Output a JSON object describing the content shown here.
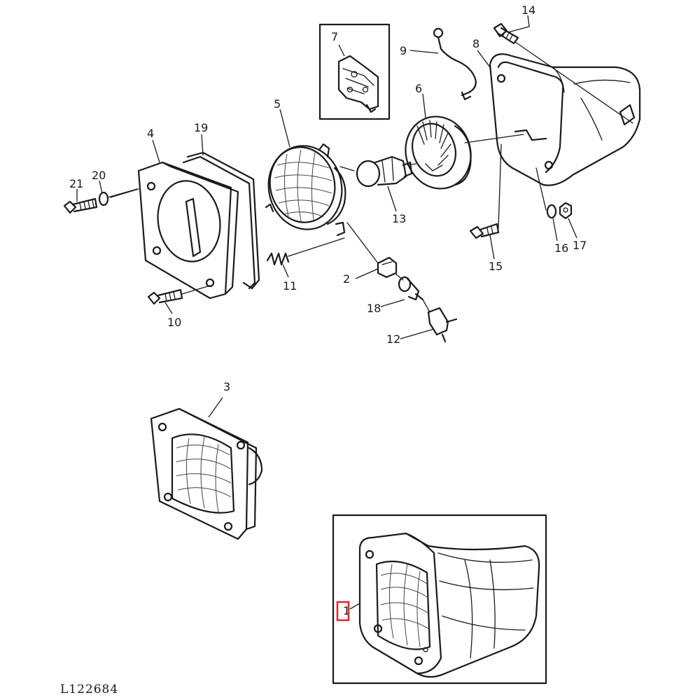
{
  "diagram": {
    "reference_code": "L122684",
    "callouts": [
      {
        "id": "1",
        "label": "1"
      },
      {
        "id": "2",
        "label": "2"
      },
      {
        "id": "3",
        "label": "3"
      },
      {
        "id": "4",
        "label": "4"
      },
      {
        "id": "5",
        "label": "5"
      },
      {
        "id": "6",
        "label": "6"
      },
      {
        "id": "7",
        "label": "7"
      },
      {
        "id": "8",
        "label": "8"
      },
      {
        "id": "9",
        "label": "9"
      },
      {
        "id": "10",
        "label": "10"
      },
      {
        "id": "11",
        "label": "11"
      },
      {
        "id": "12",
        "label": "12"
      },
      {
        "id": "13",
        "label": "13"
      },
      {
        "id": "14",
        "label": "14"
      },
      {
        "id": "15",
        "label": "15"
      },
      {
        "id": "16",
        "label": "16"
      },
      {
        "id": "17",
        "label": "17"
      },
      {
        "id": "18",
        "label": "18"
      },
      {
        "id": "19",
        "label": "19"
      },
      {
        "id": "20",
        "label": "20"
      },
      {
        "id": "21",
        "label": "21"
      }
    ],
    "highlight_color": "#d9262c"
  }
}
